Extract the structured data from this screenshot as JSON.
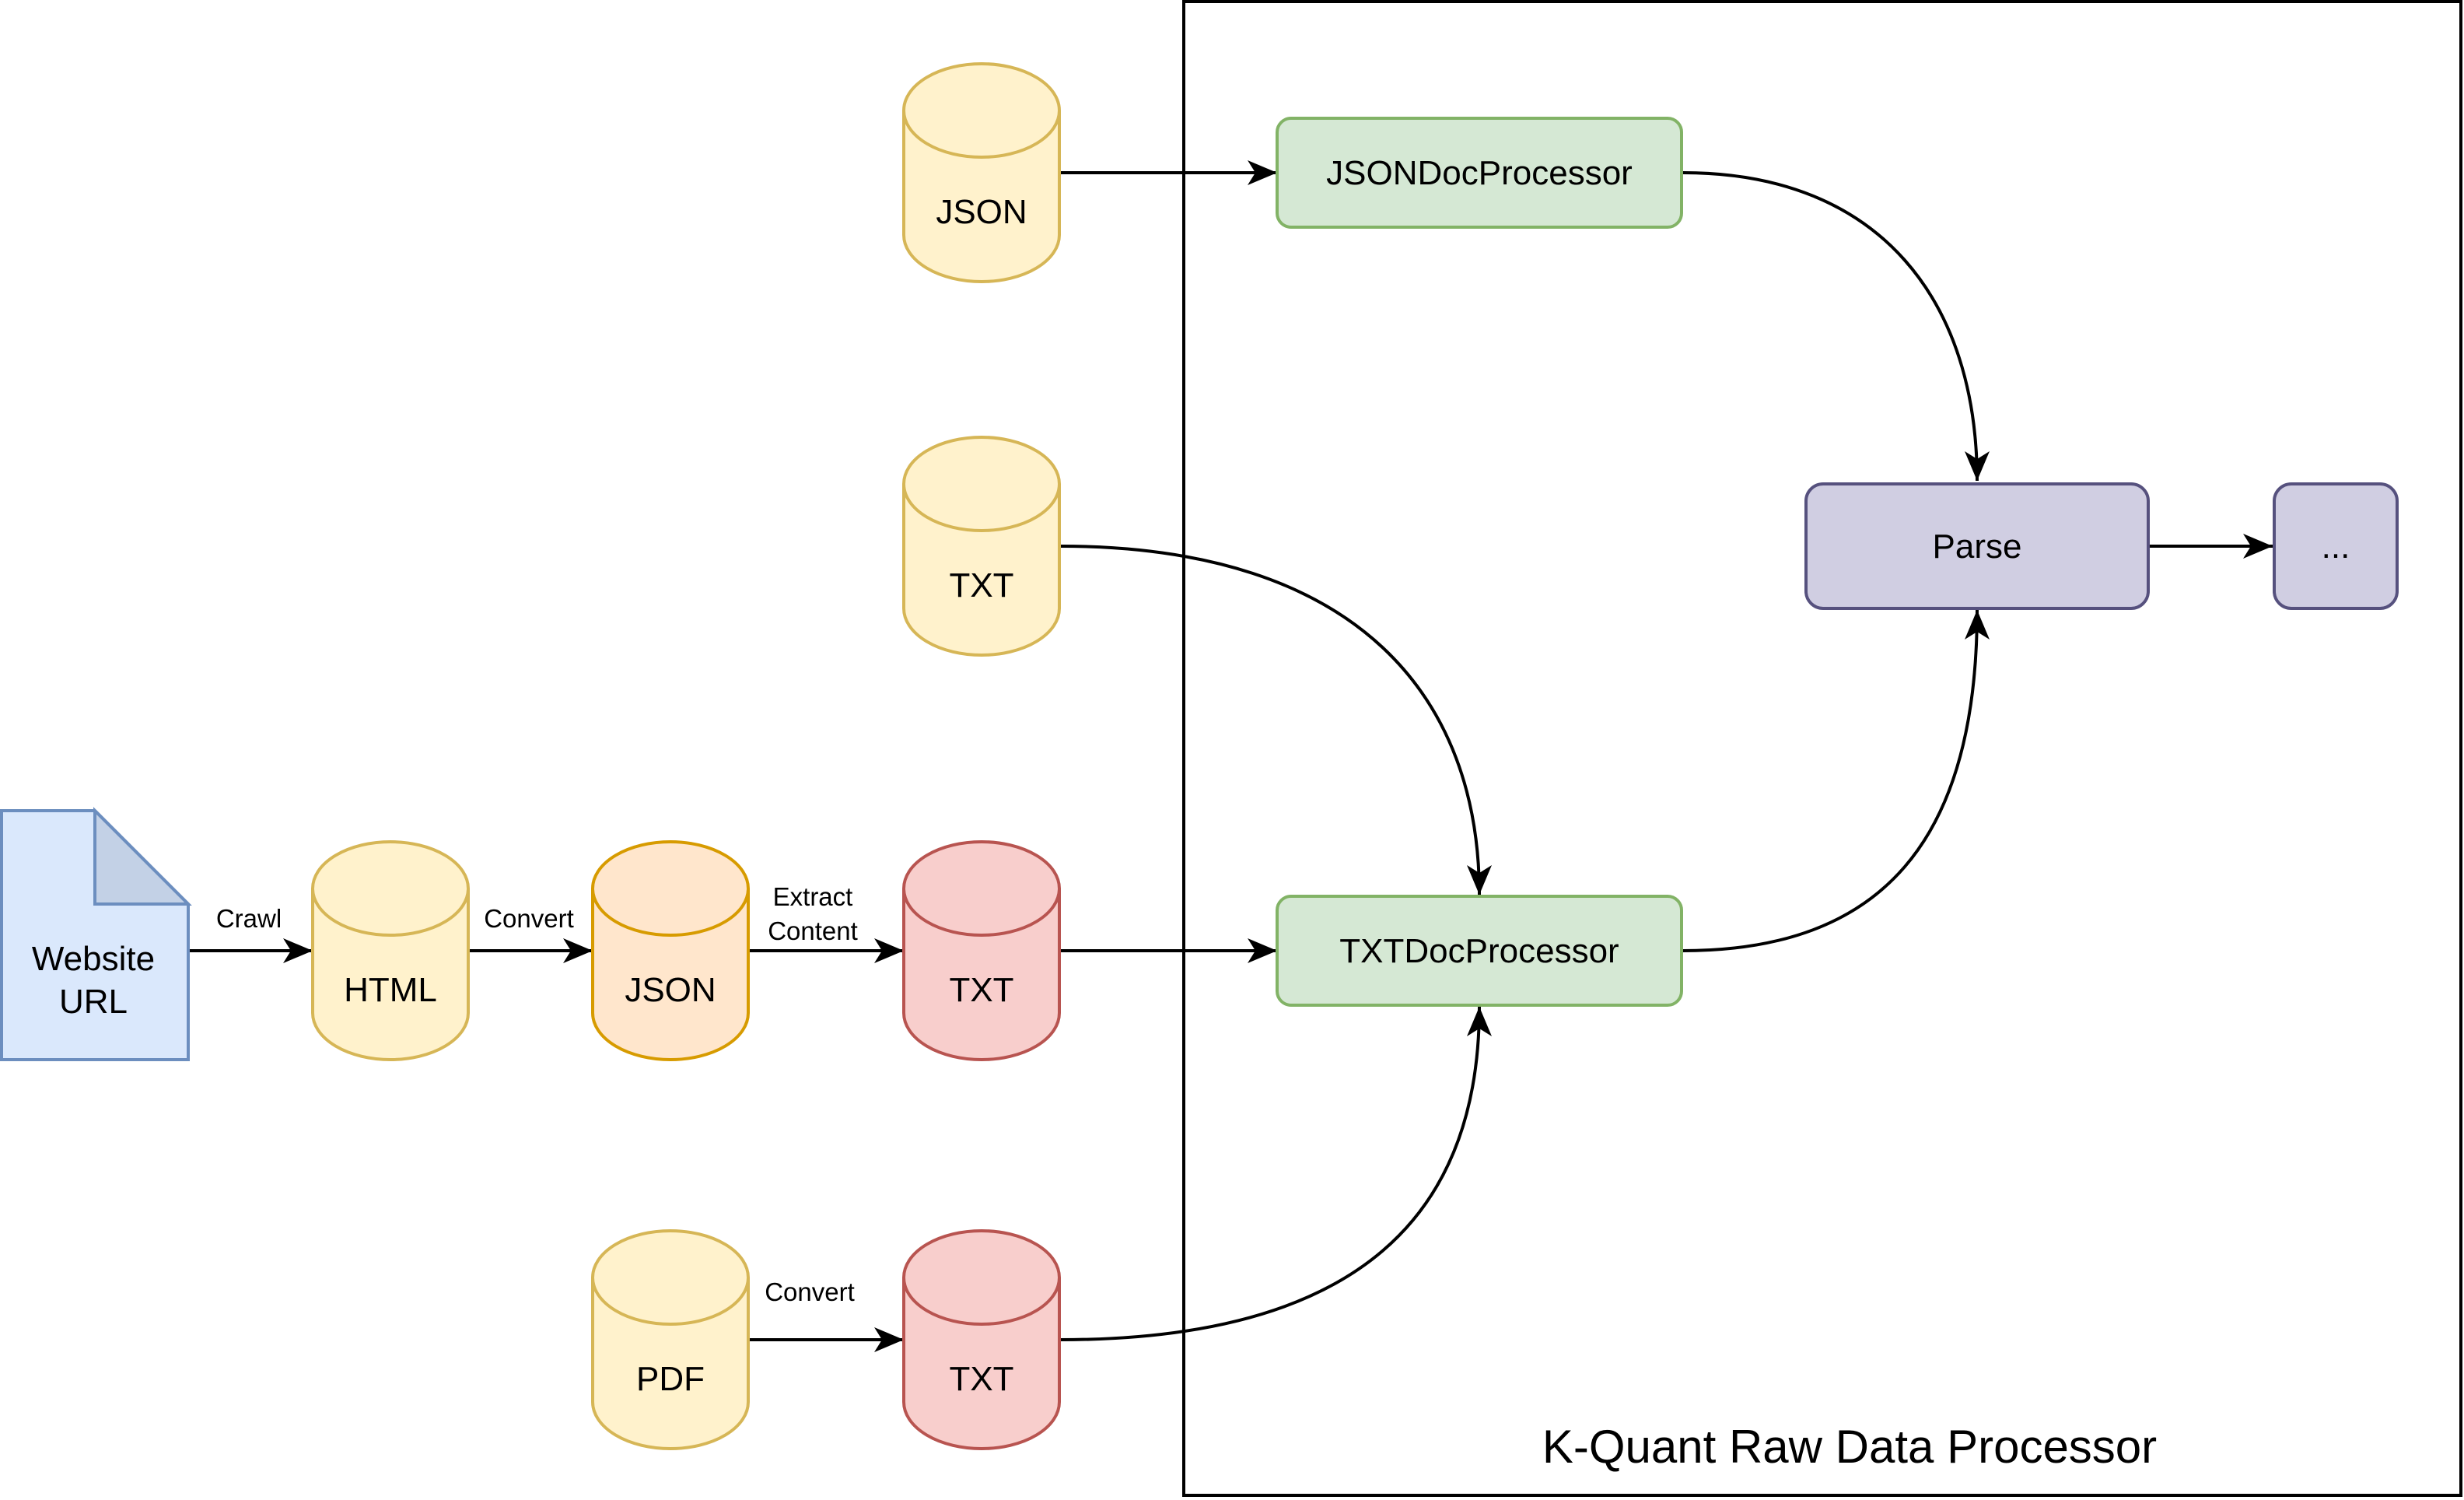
{
  "title": "K-Quant Raw Data Processor",
  "colors": {
    "yellow_fill": "#fff2cc",
    "yellow_stroke": "#d6b656",
    "orange_fill": "#ffe6cc",
    "orange_stroke": "#d79b00",
    "red_fill": "#f8cecc",
    "red_stroke": "#b85450",
    "green_fill": "#d5e8d4",
    "green_stroke": "#82b366",
    "purple_fill": "#d0cee2",
    "purple_stroke": "#56517e",
    "blue_fill": "#dae8fc",
    "blue_stroke": "#6c8ebf"
  },
  "nodes": {
    "website_url": {
      "line1": "Website",
      "line2": "URL",
      "icon": "document-icon"
    },
    "html": {
      "label": "HTML"
    },
    "json_converted": {
      "label": "JSON"
    },
    "txt_extracted": {
      "label": "TXT"
    },
    "pdf": {
      "label": "PDF"
    },
    "txt_from_pdf": {
      "label": "TXT"
    },
    "json_source": {
      "label": "JSON"
    },
    "txt_source": {
      "label": "TXT"
    },
    "json_doc_processor": {
      "label": "JSONDocProcessor"
    },
    "txt_doc_processor": {
      "label": "TXTDocProcessor"
    },
    "parse": {
      "label": "Parse"
    },
    "more": {
      "label": "..."
    }
  },
  "edges": {
    "crawl": "Crawl",
    "convert_html": "Convert",
    "extract_line1": "Extract",
    "extract_line2": "Content",
    "convert_pdf": "Convert"
  }
}
